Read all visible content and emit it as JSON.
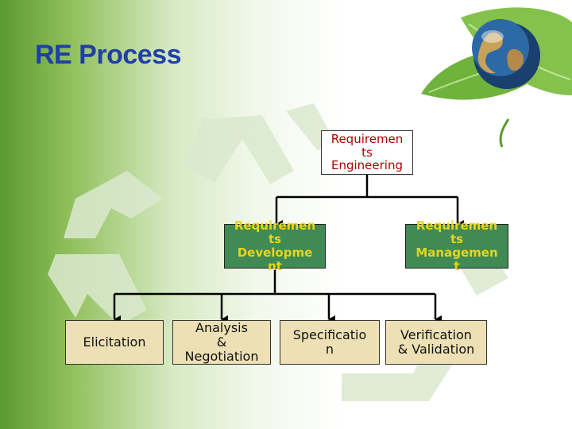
{
  "slide": {
    "title": "RE Process"
  },
  "diagram": {
    "root": {
      "label_lines": [
        "Requiremen",
        "ts",
        "Engineering"
      ]
    },
    "development": {
      "label_lines": [
        "Requiremen",
        "ts",
        "Developme",
        "nt"
      ]
    },
    "management": {
      "label_lines": [
        "Requiremen",
        "ts",
        "Managemen",
        "t"
      ]
    },
    "activities": [
      {
        "label_lines": [
          "Elicitation"
        ]
      },
      {
        "label_lines": [
          "Analysis",
          "&",
          "Negotiation"
        ]
      },
      {
        "label_lines": [
          "Specificatio",
          "n"
        ]
      },
      {
        "label_lines": [
          "Verification",
          "& Validation"
        ]
      }
    ]
  },
  "icons": {
    "background": "recycle-symbol-icon",
    "decoration": "globe-on-leaves-icon"
  },
  "colors": {
    "title": "#1f3fa8",
    "root_text": "#b00000",
    "mid_fill": "#3f8a55",
    "mid_text": "#e8d51a",
    "leaf_fill": "#ede0b4"
  }
}
